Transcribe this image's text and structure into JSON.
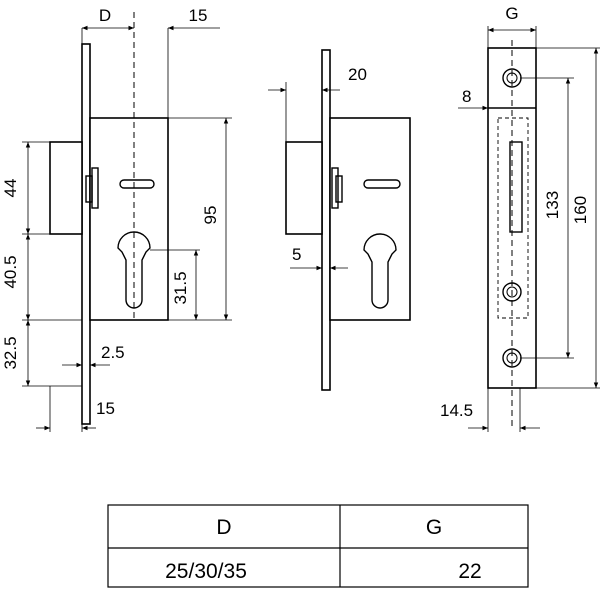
{
  "dimensions": {
    "front": {
      "backset": "D",
      "top_15": "15",
      "height_95": "95",
      "h_44": "44",
      "h_40_5": "40.5",
      "h_32_5": "32.5",
      "h_31_5": "31.5",
      "faceplate_2_5": "2.5",
      "bottom_15": "15"
    },
    "side": {
      "width_20": "20",
      "width_5": "5"
    },
    "faceplate": {
      "width_G": "G",
      "offset_8": "8",
      "length_133": "133",
      "length_160": "160",
      "width_14_5": "14.5"
    }
  },
  "table": {
    "headers": [
      "D",
      "G"
    ],
    "rows": [
      [
        "25/30/35",
        "22"
      ]
    ]
  },
  "icons": [
    "cylinder-hole-icon",
    "screw-hole-icon"
  ]
}
